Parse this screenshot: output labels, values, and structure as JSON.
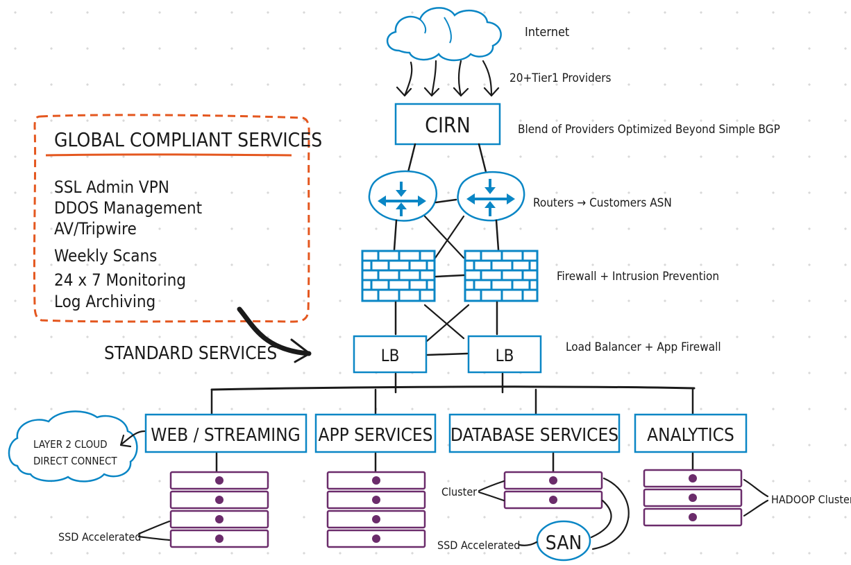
{
  "colors": {
    "ink": "#1a1a1a",
    "accent_blue": "#0a86c5",
    "server_purple": "#6b2c6b",
    "compliance_orange": "#e4571f",
    "dot_grid": "#d9d9d9"
  },
  "top": {
    "internet_label": "Internet",
    "providers_label": "20+Tier1 Providers",
    "cirn_label": "CIRN",
    "blend_label": "Blend of Providers Optimized Beyond Simple BGP"
  },
  "network": {
    "routers_label": "Routers → Customers ASN",
    "firewall_label": "Firewall + Intrusion Prevention",
    "lb_label": "LB",
    "lb_caption": "Load Balancer + App Firewall"
  },
  "compliance": {
    "title": "GLOBAL COMPLIANT SERVICES",
    "items": [
      "SSL Admin VPN",
      "DDOS Management",
      "AV/Tripwire",
      "Weekly Scans",
      "24 x 7 Monitoring",
      "Log Archiving"
    ],
    "standard_services_label": "STANDARD SERVICES"
  },
  "services": {
    "web": "WEB / STREAMING",
    "app": "APP SERVICES",
    "database": "DATABASE SERVICES",
    "analytics": "ANALYTICS"
  },
  "cloud_box": {
    "line1": "LAYER 2 CLOUD",
    "line2": "DIRECT CONNECT"
  },
  "annotations": {
    "ssd_web": "SSD Accelerated",
    "cluster": "Cluster",
    "ssd_db": "SSD Accelerated",
    "san": "SAN",
    "hadoop": "HADOOP Cluster"
  }
}
